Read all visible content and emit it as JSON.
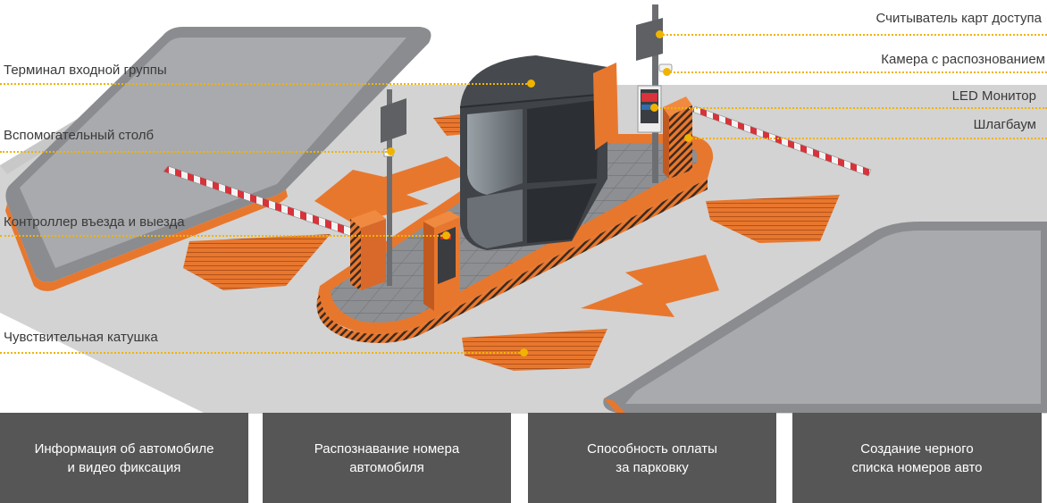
{
  "labels": {
    "card_reader": "Считыватель карт доступа",
    "entry_terminal": "Терминал входной группы",
    "camera": "Камера с распознованием",
    "led_monitor": "LED Монитор",
    "barrier": "Шлагбаум",
    "aux_pole": "Вспомогательный столб",
    "controller": "Контроллер въезда и выезда",
    "loop": "Чувствительная катушка"
  },
  "features": [
    {
      "text": "Информация об автомобиле\nи видео фиксация"
    },
    {
      "text": "Распознавание номера\nавтомобиля"
    },
    {
      "text": "Способность оплаты\nза парковку"
    },
    {
      "text": "Создание черного\nсписка номеров авто"
    }
  ],
  "colors": {
    "accent": "#f0b400",
    "orange": "#e8772e",
    "road": "#d3d3d3",
    "booth": "#56595d",
    "card_bg": "#565656"
  }
}
